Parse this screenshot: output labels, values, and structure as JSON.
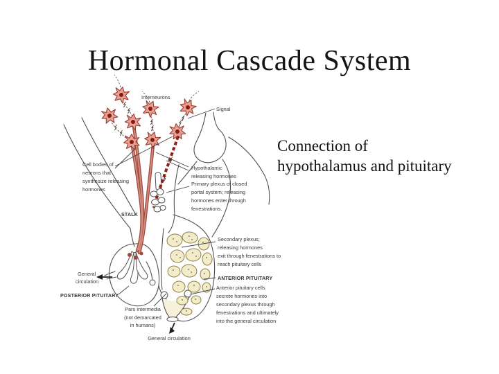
{
  "slide": {
    "title": "Hormonal Cascade System",
    "caption": {
      "lines": [
        "Connection of",
        "hypothalamus and pituitary"
      ]
    }
  },
  "diagram": {
    "labels": {
      "interneurons": "Interneurons",
      "signal": "Signal",
      "cell_bodies": [
        "Cell bodies of",
        "neurons that",
        "synthesize releasing",
        "hormones"
      ],
      "hypothalamic": [
        "Hypothalamic",
        "releasing hormones"
      ],
      "primary_plexus": [
        "Primary plexus of closed",
        "portal system; releasing",
        "hormones enter through",
        "fenestrations."
      ],
      "stalk": "STALK",
      "secondary_plexus": [
        "Secondary plexus;",
        "releasing hormones",
        "exit through fenestrations to",
        "reach pituitary cells"
      ],
      "general_circulation_left": [
        "General",
        "circulation"
      ],
      "anterior_pituitary": "ANTERIOR PITUITARY",
      "posterior_pituitary": "POSTERIOR PITUITARY",
      "anterior_cells": [
        "Anterior pituitary cells",
        "secrete hormones into",
        "secondary plexus through",
        "fenestrations and ultimately",
        "into the general circulation"
      ],
      "pars_intermedia": [
        "Pars intermedia",
        "(not demarcated",
        "in humans)"
      ],
      "general_circulation_bottom": "General circulation"
    },
    "colors": {
      "neuron_fill": "#e7a094",
      "neuron_outline": "#9c3a2b",
      "nucleus": "#8a1a10",
      "axon_dark": "#a14a3c",
      "axon_light": "#d08e80",
      "beaded_axon": "#8e2418",
      "lobule_fill": "#f2ecca",
      "lobule_outline": "#8f7f45",
      "lobule_dot": "#6b5e2e",
      "tube_fill": "#f7f1da",
      "outline": "#4f4f4f",
      "label_text": "#3a3a3a"
    }
  }
}
